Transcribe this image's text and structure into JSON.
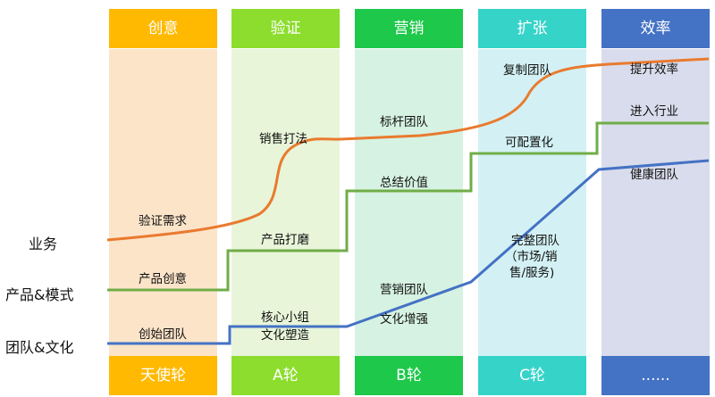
{
  "columns": [
    {
      "name": "创意",
      "round": "天使轮",
      "header_color": "#FFB900",
      "bg_color": "#FCE4C9"
    },
    {
      "name": "验证",
      "round": "A轮",
      "header_color": "#8CDD2D",
      "bg_color": "#E8F5D9"
    },
    {
      "name": "营销",
      "round": "B轮",
      "header_color": "#1DC84A",
      "bg_color": "#D6F2E2"
    },
    {
      "name": "扩张",
      "round": "C轮",
      "header_color": "#36D3C9",
      "bg_color": "#D3F1F4"
    },
    {
      "name": "效率",
      "round": "......",
      "header_color": "#4472C4",
      "bg_color": "#D9DCEC"
    }
  ],
  "rows": {
    "business": "业务",
    "product": "产品&模式",
    "team": "团队&文化"
  },
  "labels": {
    "validate_demand": "验证需求",
    "sales_method": "销售打法",
    "benchmark_team": "标杆团队",
    "replicate_team": "复制团队",
    "improve_efficiency": "提升效率",
    "product_idea": "产品创意",
    "product_polish": "产品打磨",
    "summarize_value": "总结价值",
    "configurable": "可配置化",
    "enter_industry": "进入行业",
    "founding_team": "创始团队",
    "core_group_1": "核心小组",
    "core_group_2": "文化塑造",
    "marketing_team": "营销团队",
    "culture_boost": "文化增强",
    "complete_team_1": "完整团队",
    "complete_team_2": "（市场/销",
    "complete_team_3": "售/服务)",
    "healthy_team": "健康团队"
  },
  "line_colors": {
    "business": "#E97A2E",
    "product": "#70AD47",
    "team": "#4472C4"
  }
}
